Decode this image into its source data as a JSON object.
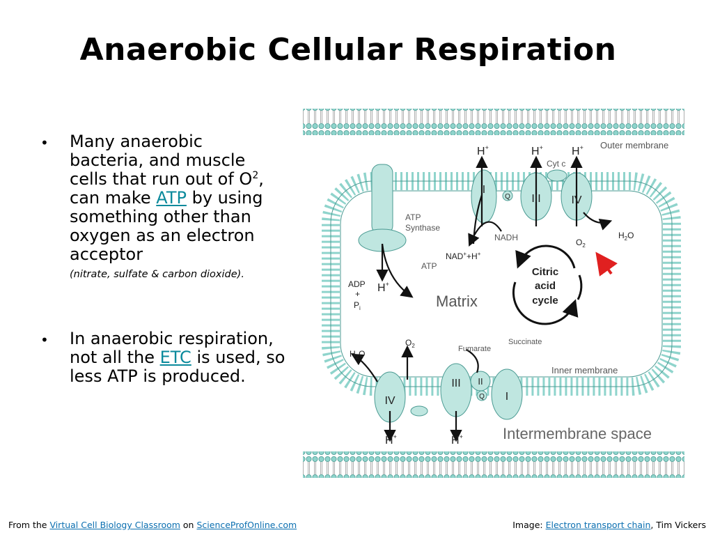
{
  "title": "Anaerobic Cellular Respiration",
  "bullet1": {
    "bullet_char": "•",
    "text_pre": "Many anaerobic bacteria, and muscle cells that run out of O",
    "sup": "2",
    "text_mid": ", can make ",
    "link": "ATP",
    "text_post": " by using something other than oxygen as an electron acceptor",
    "small": "(nitrate, sulfate & carbon dioxide)."
  },
  "bullet2": {
    "bullet_char": "•",
    "text_pre": "In anaerobic respiration, not all the ",
    "link": "ETC",
    "text_post": " is used, so less ATP is produced."
  },
  "diagram": {
    "outer_membrane": "Outer membrane",
    "inner_membrane": "Inner membrane",
    "intermembrane_space": "Intermembrane space",
    "matrix": "Matrix",
    "cyt_c": "Cyt c",
    "atp_synthase_1": "ATP",
    "atp_synthase_2": "Synthase",
    "nadh": "NADH",
    "nad_h": "NAD",
    "nad_h2": "+H",
    "atp": "ATP",
    "adp": "ADP",
    "plus": "+",
    "pi": "P",
    "pi_sub": "i",
    "h": "H",
    "hplus": "+",
    "o2": "O",
    "o2_sub": "2",
    "h2o": "H",
    "h2o_sub": "2",
    "h2o_o": "O",
    "fumarate": "Fumarate",
    "succinate": "Succinate",
    "citric_1": "Citric",
    "citric_2": "acid",
    "citric_3": "cycle",
    "complex_i": "I",
    "complex_ii": "II",
    "complex_iii": "III",
    "complex_iv": "IV",
    "q": "Q"
  },
  "colors": {
    "membrane_head": "#8fd4cc",
    "complex_fill": "#bfe6e0",
    "arrow_red": "#e02020",
    "link": "#0b8a9c"
  },
  "footer": {
    "from": "From the ",
    "link1": "Virtual Cell Biology Classroom",
    "on": " on ",
    "link2": "ScienceProfOnline.com",
    "image": "Image: ",
    "link3": "Electron transport chain",
    "credit": ", Tim Vickers"
  }
}
